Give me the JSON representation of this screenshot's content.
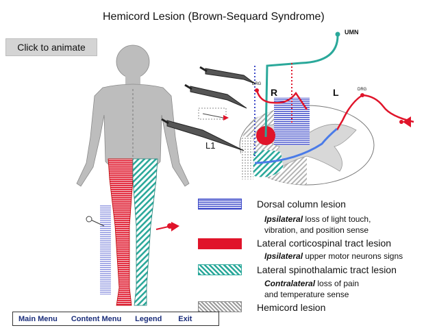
{
  "title": "Hemicord Lesion (Brown-Sequard Syndrome)",
  "animate_button": "Click to animate",
  "labels": {
    "umn": "UMN",
    "drg_right": "DRG",
    "drg_left": "DRG",
    "side_right": "R",
    "side_left": "L",
    "level": "L1"
  },
  "legend": [
    {
      "title": "Dorsal column lesion",
      "lines": [
        {
          "em": "Ipsilateral",
          "rest": " loss of light touch,"
        },
        {
          "em": "",
          "rest": "vibration, and position sense"
        }
      ]
    },
    {
      "title": "Lateral corticospinal tract lesion",
      "lines": [
        {
          "em": "Ipsilateral",
          "rest": " upper motor neurons signs"
        }
      ]
    },
    {
      "title": "Lateral spinothalamic tract lesion",
      "lines": [
        {
          "em": "Contralateral",
          "rest": " loss of pain"
        },
        {
          "em": "",
          "rest": "and temperature sense"
        }
      ]
    },
    {
      "title": "Hemicord lesion",
      "lines": []
    }
  ],
  "nav": {
    "main_menu": "Main Menu",
    "content_menu": "Content Menu",
    "legend": "Legend",
    "exit": "Exit"
  },
  "colors": {
    "dorsal_column": "#3a47c8",
    "corticospinal": "#e0142a",
    "spinothalamic": "#2aa89a",
    "hemicord": "#9a9a9a",
    "nav_text": "#1a2d7a"
  }
}
